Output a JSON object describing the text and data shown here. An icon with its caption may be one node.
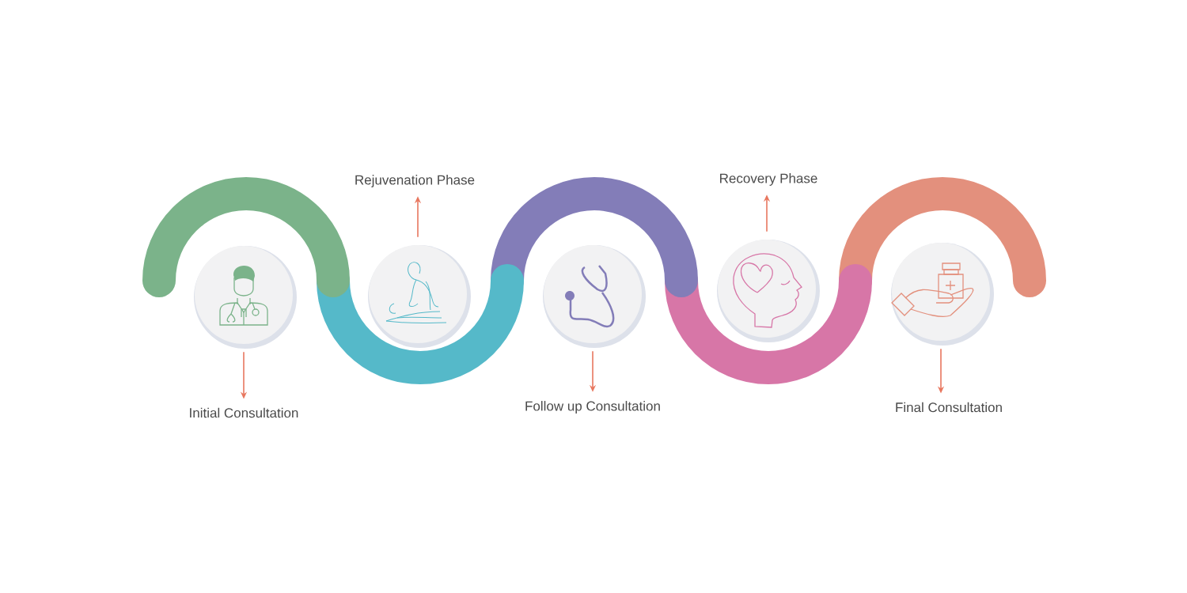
{
  "diagram": {
    "nodes": [
      {
        "text": [],
        "shape": "circle"
      },
      {
        "text": [],
        "shape": "circle"
      },
      {
        "text": [],
        "shape": "circle"
      },
      {
        "text": [],
        "shape": "circle"
      },
      {
        "text": [],
        "shape": "circle"
      },
      {
        "text": [
          "Initial Consultation"
        ]
      },
      {
        "text": [
          "Rejuvenation Phase"
        ]
      },
      {
        "text": [
          "Follow up Consultation"
        ]
      },
      {
        "text": [
          "Recovery Phase"
        ]
      },
      {
        "text": [
          "Final Consultation"
        ]
      }
    ],
    "edges": [
      {
        "from": 0,
        "to": 5,
        "arrow": "to"
      },
      {
        "from": 1,
        "to": 6,
        "arrow": "to"
      },
      {
        "from": 2,
        "to": 7,
        "arrow": "to"
      },
      {
        "from": 3,
        "to": 8,
        "arrow": "to"
      },
      {
        "from": 4,
        "to": 9,
        "arrow": "to"
      }
    ]
  }
}
